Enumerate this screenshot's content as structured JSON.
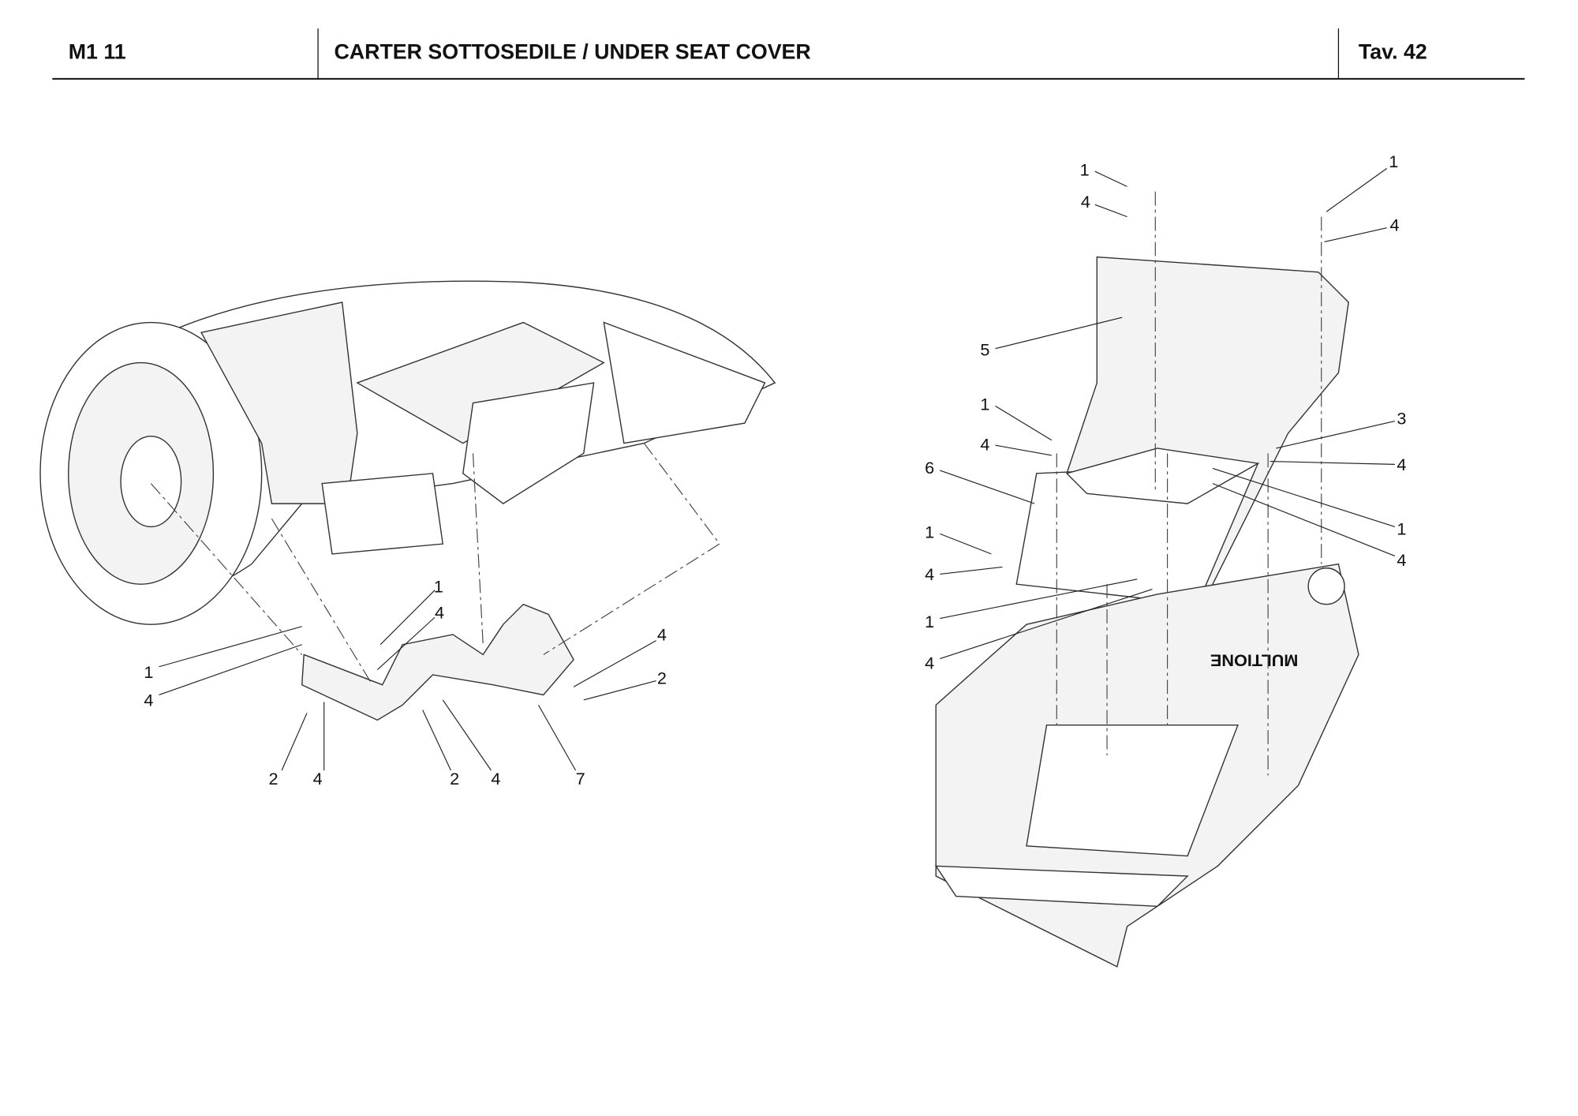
{
  "header": {
    "model": "M1 11",
    "title": "CARTER SOTTOSEDILE / UNDER SEAT COVER",
    "table": "Tav.  42"
  },
  "left_view": {
    "callouts": [
      "1",
      "4",
      "1",
      "4",
      "2",
      "4",
      "2",
      "4",
      "7",
      "4",
      "2"
    ]
  },
  "right_view": {
    "callouts": [
      "1",
      "4",
      "1",
      "4",
      "5",
      "1",
      "4",
      "6",
      "3",
      "4",
      "1",
      "4",
      "1",
      "4",
      "1",
      "4"
    ],
    "logo_text": "MULTIONE"
  }
}
